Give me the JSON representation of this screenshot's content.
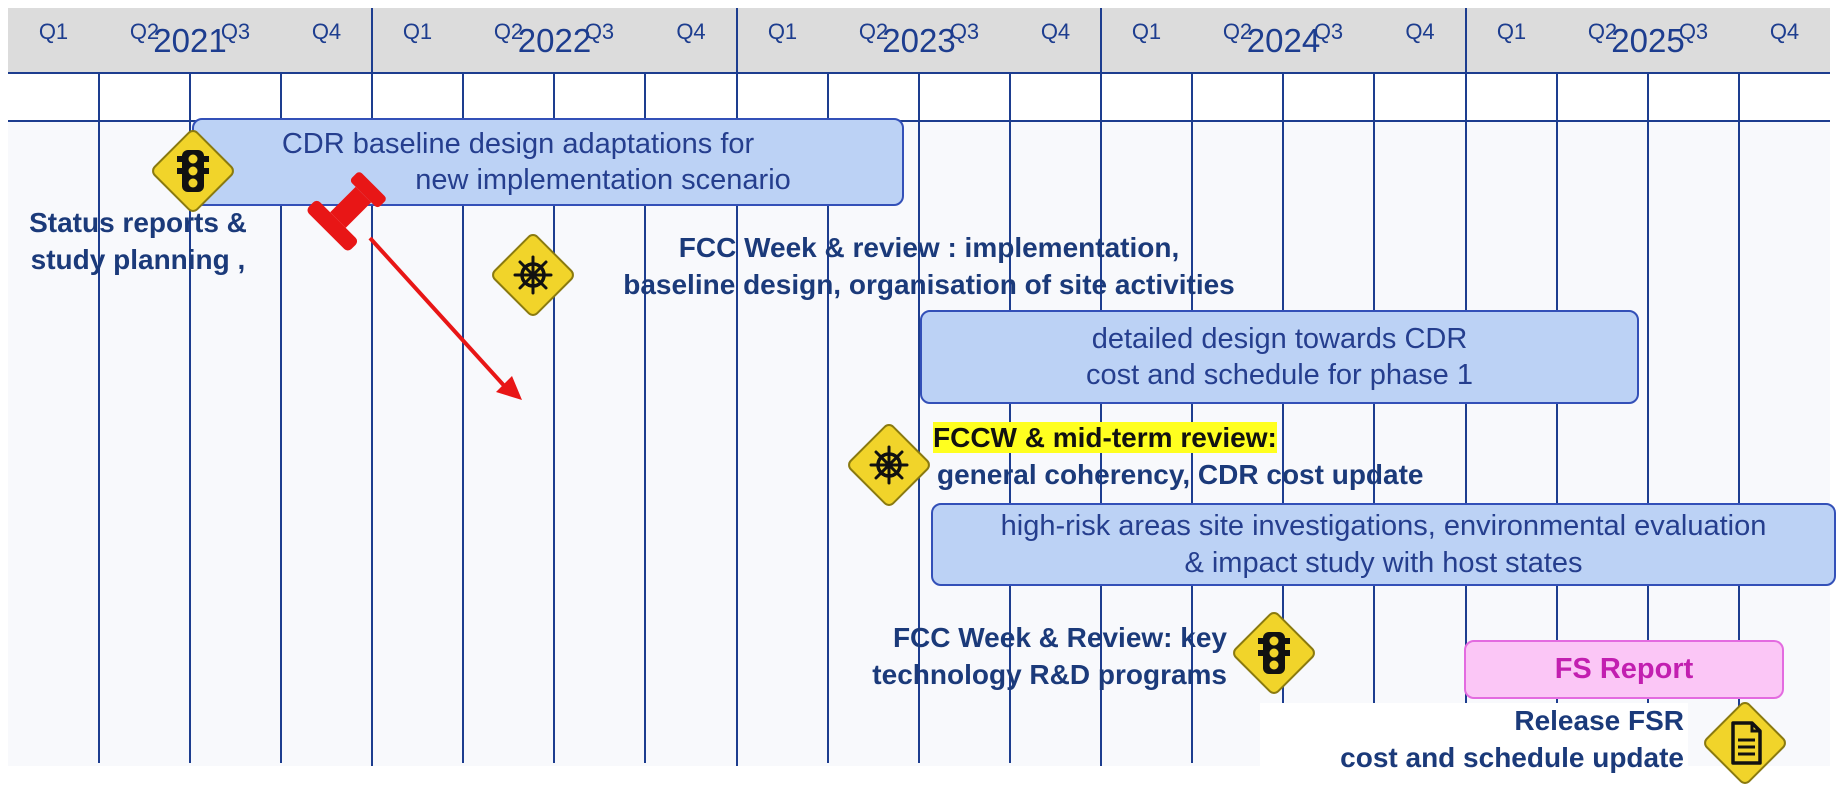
{
  "years": [
    "2021",
    "2022",
    "2023",
    "2024",
    "2025"
  ],
  "quarters": [
    "Q1",
    "Q2",
    "Q3",
    "Q4"
  ],
  "boxes": {
    "cdr_adaptations": [
      "CDR baseline design adaptations for",
      "new implementation scenario"
    ],
    "detailed_design": [
      "detailed design towards CDR",
      "cost and schedule for phase 1"
    ],
    "site_investigations": [
      "high-risk areas site investigations, environmental evaluation",
      "& impact study with host states"
    ],
    "fs_report": "FS Report"
  },
  "labels": {
    "status_reports": [
      "Status reports &",
      "study planning ,"
    ],
    "fcc_week_2022": [
      "FCC Week & review : implementation,",
      "baseline design, organisation of site activities"
    ],
    "fccw_midterm_highlight": "FCCW & mid-term review:",
    "fccw_midterm_line2": "general coherency, CDR cost update",
    "fcc_week_2024": [
      "FCC Week & Review: key",
      "technology R&D programs"
    ],
    "release_fsr": [
      "Release FSR",
      "cost and schedule  update"
    ]
  },
  "icons": {
    "traffic_light": "traffic-light-icon",
    "ship_wheel": "ship-wheel-icon",
    "document": "document-icon",
    "pushpin": "pushpin-icon"
  },
  "colors": {
    "line": "#1d3d8f",
    "box_fill": "#bcd2f5",
    "sign_fill": "#f1d42a",
    "pin": "#e81616",
    "highlight": "#ffff1f",
    "pink_fill": "#fbc6f6",
    "pink_text": "#c21fb0"
  }
}
